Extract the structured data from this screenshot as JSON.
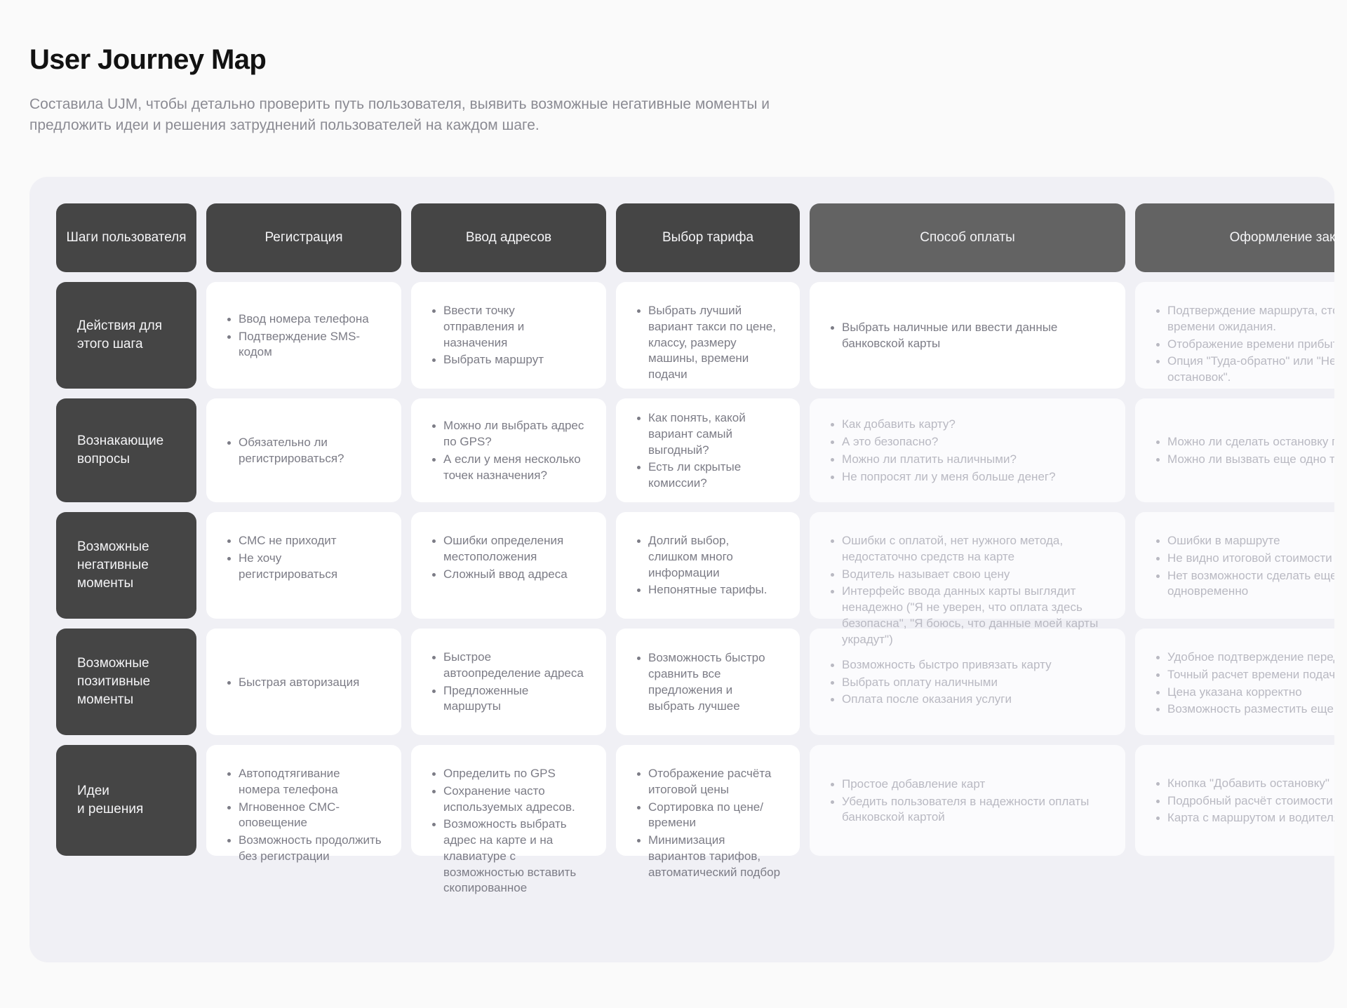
{
  "header": {
    "title": "User Journey Map",
    "subtitle": "Составила UJM, чтобы детально проверить путь пользователя, выявить возможные негативные моменты и предложить идеи и решения затруднений пользователей на каждом шаге."
  },
  "colors": {
    "page_background": "#fafafa",
    "board_background": "#f0f0f5",
    "header_cell_dark": "#454545",
    "header_cell_light": "#636363",
    "card_background": "#ffffff",
    "text_body": "#7c7c86",
    "text_muted": "#b9b9c2",
    "title": "#121212",
    "subtitle": "#8b8b93"
  },
  "columns": [
    {
      "label": "Шаги пользователя",
      "tone": "dark"
    },
    {
      "label": "Регистрация",
      "tone": "dark"
    },
    {
      "label": "Ввод адресов",
      "tone": "dark"
    },
    {
      "label": "Выбор тарифа",
      "tone": "dark"
    },
    {
      "label": "Способ оплаты",
      "tone": "light"
    },
    {
      "label": "Оформление заказа",
      "tone": "light"
    }
  ],
  "rows": [
    {
      "label": "Действия для\nэтого шага",
      "cells": [
        {
          "tone": "normal",
          "align": "middle",
          "items": [
            "Ввод номера телефона",
            "Подтверждение SMS-кодом"
          ]
        },
        {
          "tone": "normal",
          "align": "top",
          "items": [
            "Ввести точку отправления и назначения",
            "Выбрать маршрут"
          ]
        },
        {
          "tone": "normal",
          "align": "top",
          "items": [
            "Выбрать лучший вариант такси по цене, классу, размеру машины, времени подачи"
          ]
        },
        {
          "tone": "normal",
          "align": "middle",
          "items": [
            "Выбрать наличные или ввести данные банковской карты"
          ]
        },
        {
          "tone": "faded",
          "align": "top",
          "items": [
            "Подтверждение маршрута, стоимости, времени ожидания.",
            "Отображение времени прибытия водителя.",
            "Опция \"Туда-обратно\" или \"Несколько остановок\"."
          ]
        }
      ]
    },
    {
      "label": "Вознакающие\nвопросы",
      "cells": [
        {
          "tone": "normal",
          "align": "middle",
          "items": [
            "Обязательно ли регистрироваться?"
          ]
        },
        {
          "tone": "normal",
          "align": "middle",
          "items": [
            "Можно ли выбрать адрес по GPS?",
            "А если у меня несколько точек назначения?"
          ]
        },
        {
          "tone": "normal",
          "align": "middle",
          "items": [
            "Как понять, какой вариант самый выгодный?",
            "Есть ли скрытые комиссии?"
          ]
        },
        {
          "tone": "faded",
          "align": "middle",
          "items": [
            "Как добавить карту?",
            "А это безопасно?",
            "Можно ли платить наличными?",
            "Не попросят ли у меня больше денег?"
          ]
        },
        {
          "tone": "faded",
          "align": "middle",
          "items": [
            "Можно ли сделать остановку по пути?",
            "Можно ли вызвать еще одно такси?"
          ]
        }
      ]
    },
    {
      "label": "Возможные\nнегативные\nмоменты",
      "cells": [
        {
          "tone": "normal",
          "align": "top",
          "items": [
            "СМС не приходит",
            "Не хочу регистрироваться"
          ]
        },
        {
          "tone": "normal",
          "align": "top",
          "items": [
            "Ошибки определения местоположения",
            "Сложный ввод адреса"
          ]
        },
        {
          "tone": "normal",
          "align": "top",
          "items": [
            "Долгий выбор, слишком много информации",
            "Непонятные тарифы."
          ]
        },
        {
          "tone": "faded",
          "align": "top",
          "items": [
            "Ошибки с оплатой, нет нужного метода, недостаточно средств на карте",
            "Водитель называет свою цену",
            "Интерфейс ввода данных карты выглядит ненадежно (\"Я не уверен, что оплата здесь безопасна\", \"Я боюсь, что данные моей карты украдут\")"
          ]
        },
        {
          "tone": "faded",
          "align": "top",
          "items": [
            "Ошибки в маршруте",
            "Не видно итоговой стоимости",
            "Нет возможности сделать еще один заказ одновременно"
          ]
        }
      ]
    },
    {
      "label": "Возможные\nпозитивные\nмоменты",
      "cells": [
        {
          "tone": "normal",
          "align": "middle",
          "items": [
            "Быстрая авторизация"
          ]
        },
        {
          "tone": "normal",
          "align": "top",
          "items": [
            "Быстрое автоопределение адреса",
            "Предложенные маршруты"
          ]
        },
        {
          "tone": "normal",
          "align": "middle",
          "items": [
            "Возможность быстро сравнить все предложения и выбрать лучшее"
          ]
        },
        {
          "tone": "faded",
          "align": "middle",
          "items": [
            "Возможность быстро привязать карту",
            "Выбрать оплату наличными",
            "Оплата после оказания услуги"
          ]
        },
        {
          "tone": "faded",
          "align": "top",
          "items": [
            "Удобное подтверждение перед заказом",
            "Точный расчет времени подачи и поездки",
            "Цена указана корректно",
            "Возможность разместить еще один заказ"
          ]
        }
      ]
    },
    {
      "label": "Идеи\nи решения",
      "cells": [
        {
          "tone": "normal",
          "align": "top",
          "items": [
            "Автоподтягивание номера телефона",
            "Мгновенное СМС-оповещение",
            "Возможность продолжить без регистрации"
          ]
        },
        {
          "tone": "normal",
          "align": "top",
          "items": [
            "Определить по GPS",
            "Сохранение часто используемых адресов.",
            "Возможность выбрать адрес на карте и на клавиатуре с возможностью вставить скопированное"
          ]
        },
        {
          "tone": "normal",
          "align": "top",
          "items": [
            "Отображение расчёта итоговой цены",
            "Сортировка по цене/времени",
            "Минимизация вариантов тарифов, автоматический подбор"
          ]
        },
        {
          "tone": "faded",
          "align": "middle",
          "items": [
            "Простое добавление карт",
            "Убедить пользователя в надежности оплаты банковской картой"
          ]
        },
        {
          "tone": "faded",
          "align": "middle",
          "items": [
            "Кнопка \"Добавить остановку\"",
            "Подробный расчёт стоимости",
            "Карта с маршрутом и водителям поблизости"
          ]
        }
      ]
    }
  ]
}
